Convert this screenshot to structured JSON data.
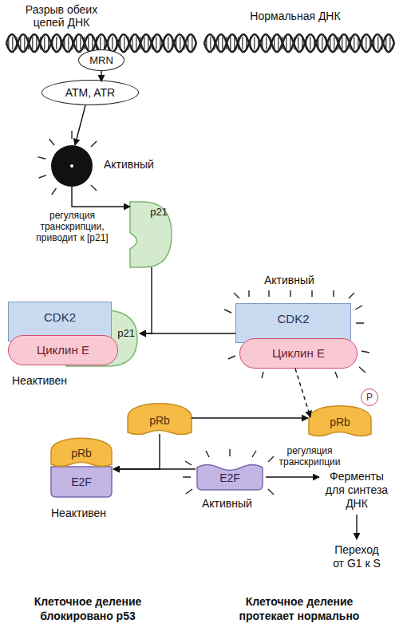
{
  "diagram": {
    "nodes": [
      {
        "text": [
          "MRN"
        ]
      },
      {
        "text": [
          "ATM, ATR"
        ]
      },
      {
        "text": [
          "Активный"
        ]
      },
      {
        "text": [
          "p21"
        ]
      },
      {
        "text": [
          "CDK2"
        ]
      },
      {
        "text": [
          "p21"
        ]
      },
      {
        "text": [
          "Циклин Е",
          "Неактивен"
        ]
      },
      {
        "text": [
          "Активный",
          "CDK2"
        ]
      },
      {
        "text": [
          "Циклин Е"
        ]
      },
      {
        "text": [
          "pRb"
        ]
      },
      {
        "text": [
          "pRb"
        ]
      },
      {
        "text": [
          "P"
        ]
      },
      {
        "text": [
          "pRb"
        ]
      },
      {
        "text": [
          "E2F",
          "Неактивен"
        ]
      },
      {
        "text": [
          "E2F",
          "Активный"
        ]
      }
    ],
    "edges": [
      {
        "from": 0,
        "to": 1,
        "arrow": "to"
      },
      {
        "from": 1,
        "to": 2,
        "arrow": "to"
      },
      {
        "from": 2,
        "to": 3,
        "label": "регуляция транскрипции, приводит к [p21]",
        "arrow": "to"
      },
      {
        "from": 3,
        "to": 5,
        "arrow": "to"
      },
      {
        "from": 7,
        "to": 5,
        "arrow": "to"
      },
      {
        "from": 8,
        "to": 10,
        "arrow": "to"
      },
      {
        "from": 9,
        "to": 10,
        "arrow": "to"
      },
      {
        "from": 9,
        "to": 13,
        "arrow": "to"
      },
      {
        "from": 14,
        "to": 13,
        "arrow": "to"
      }
    ],
    "labels": [
      "Разрыв обеих цепей ДНК",
      "Нормальная ДНК",
      "регуляция транскрипции",
      "Ферменты для синтеза ДНК",
      "Переход от G1 к S",
      "Клеточное деление блокировано p53",
      "Клеточное деление протекает нормально"
    ]
  }
}
